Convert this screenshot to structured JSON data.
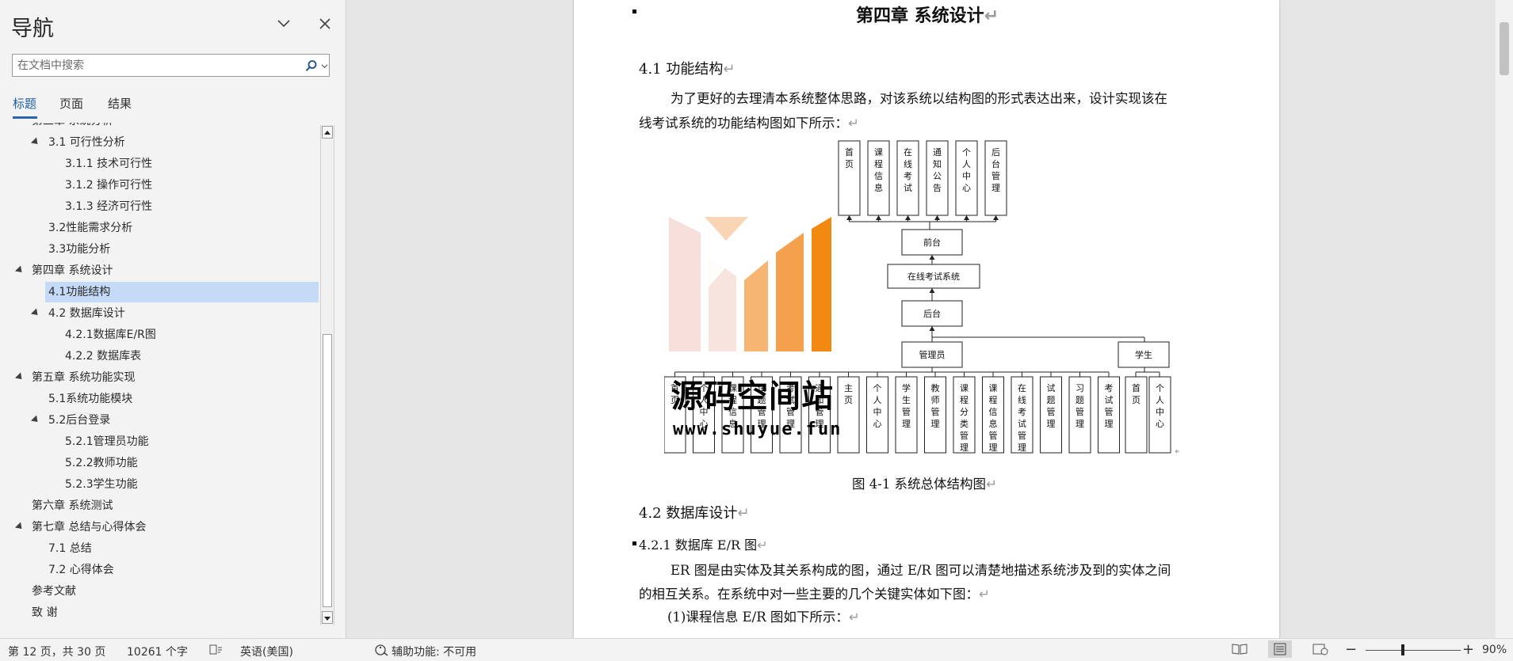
{
  "nav": {
    "title": "导航",
    "search_placeholder": "在文档中搜索",
    "tabs": [
      "标题",
      "页面",
      "结果"
    ],
    "items": [
      {
        "label": "第三章 系统分析",
        "level": 1,
        "expanded": true
      },
      {
        "label": "3.1 可行性分析",
        "level": 2,
        "expanded": true
      },
      {
        "label": "3.1.1 技术可行性",
        "level": 3
      },
      {
        "label": "3.1.2 操作可行性",
        "level": 3
      },
      {
        "label": "3.1.3 经济可行性",
        "level": 3
      },
      {
        "label": "3.2性能需求分析",
        "level": 2
      },
      {
        "label": "3.3功能分析",
        "level": 2
      },
      {
        "label": "第四章 系统设计",
        "level": 1,
        "expanded": true
      },
      {
        "label": "4.1功能结构",
        "level": 2,
        "selected": true
      },
      {
        "label": "4.2 数据库设计",
        "level": 2,
        "expanded": true
      },
      {
        "label": "4.2.1数据库E/R图",
        "level": 3
      },
      {
        "label": "4.2.2 数据库表",
        "level": 3
      },
      {
        "label": "第五章 系统功能实现",
        "level": 1,
        "expanded": true
      },
      {
        "label": "5.1系统功能模块",
        "level": 2
      },
      {
        "label": "5.2后台登录",
        "level": 2,
        "expanded": true
      },
      {
        "label": "5.2.1管理员功能",
        "level": 3
      },
      {
        "label": "5.2.2教师功能",
        "level": 3
      },
      {
        "label": "5.2.3学生功能",
        "level": 3
      },
      {
        "label": "第六章 系统测试",
        "level": 1
      },
      {
        "label": "第七章 总结与心得体会",
        "level": 1,
        "expanded": true
      },
      {
        "label": "7.1 总结",
        "level": 2
      },
      {
        "label": "7.2 心得体会",
        "level": 2
      },
      {
        "label": "参考文献",
        "level": 1
      },
      {
        "label": "致 谢",
        "level": 1
      }
    ]
  },
  "doc": {
    "chapter_title": "第四章  系统设计",
    "section_41": "4.1 功能结构",
    "para1_line1": "为了更好的去理清本系统整体思路，对该系统以结构图的形式表达出来，设计实现该在",
    "para1_line2": "线考试系统的功能结构图如下所示：",
    "figure_caption": "图 4-1  系统总体结构图",
    "section_42": "4.2  数据库设计",
    "section_421": "4.2.1 数据库 E/R 图",
    "para2_line1": "ER 图是由实体及其关系构成的图，通过 E/R 图可以清楚地描述系统涉及到的实体之间",
    "para2_line2": "的相互关系。在系统中对一些主要的几个关键实体如下图：",
    "para3": "(1)课程信息 E/R 图如下所示：",
    "para_mark": "↵"
  },
  "diagram": {
    "front_modules": [
      "首页",
      "课程信息",
      "在线考试",
      "通知公告",
      "个人中心",
      "后台管理"
    ],
    "front": "前台",
    "system": "在线考试系统",
    "back": "后台",
    "admin": "管理员",
    "student": "学生",
    "admin_modules": [
      "首页",
      "个人中心",
      "课程信息",
      "试题管理",
      "考试管理",
      "通知管理",
      "主页",
      "个人中心",
      "学生管理",
      "教师管理",
      "课程分类管理",
      "课程信息管理",
      "在线考试管理",
      "试题管理",
      "习题管理",
      "考试管理"
    ],
    "student_modules": [
      "首页",
      "个人中心"
    ]
  },
  "watermark": {
    "text": "源码空间站",
    "url": "www.shuyue.fun"
  },
  "status": {
    "page": "第 12 页，共 30 页",
    "words": "10261 个字",
    "language": "英语(美国)",
    "accessibility": "辅助功能: 不可用",
    "zoom": "90%",
    "zoom_minus": "−",
    "zoom_plus": "+"
  },
  "colors": {
    "accent": "#2b65b0",
    "selected": "#c5daf6",
    "watermark_orange": "#f28a12",
    "watermark_pink": "#f0c8c0"
  }
}
